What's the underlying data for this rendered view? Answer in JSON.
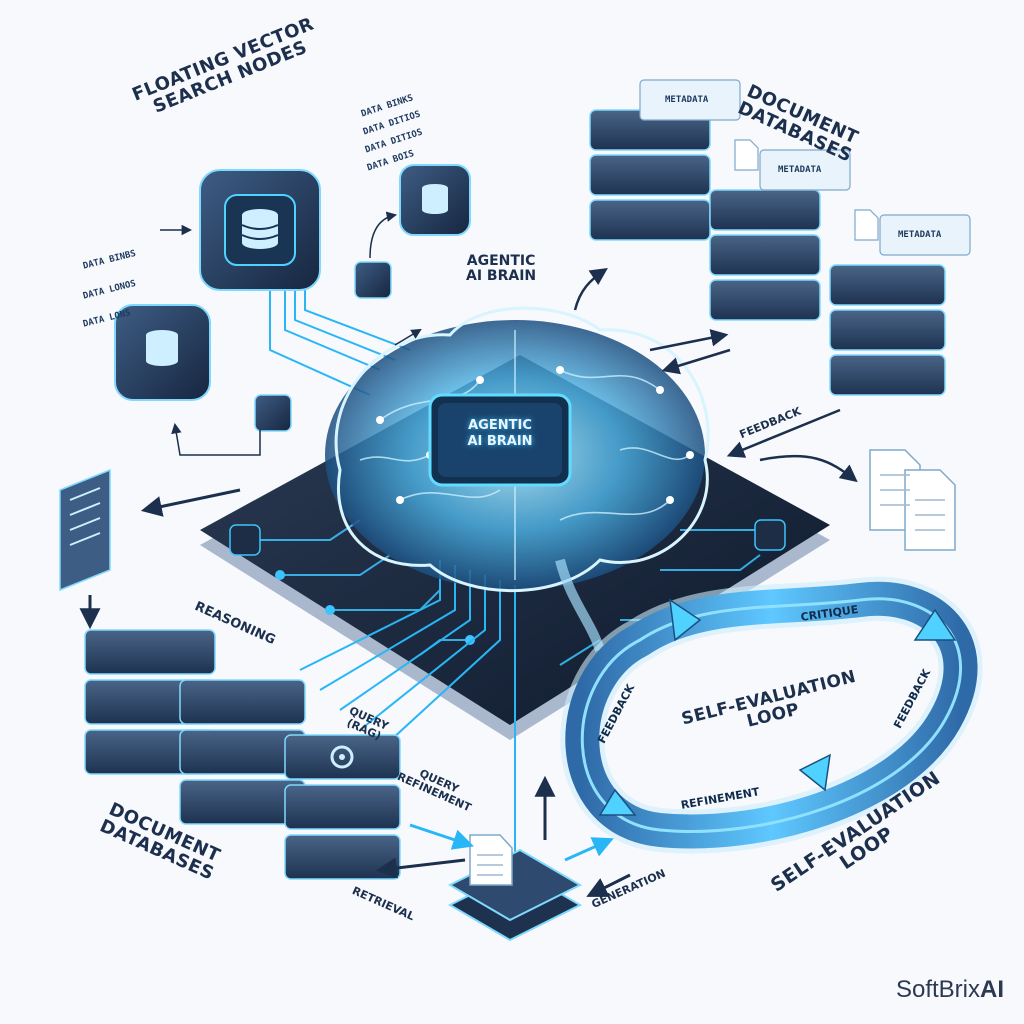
{
  "labels": {
    "vector_nodes": "FLOATING VECTOR\nSEARCH NODES",
    "brain_top": "AGENTIC\nAI BRAIN",
    "brain_chip": "AGENTIC\nAI BRAIN",
    "doc_db_top": "DOCUMENT\nDATABASES",
    "doc_db_bottom": "DOCUMENT\nDATABASES",
    "metadata": "METADATA",
    "feedback_right": "FEEDBACK",
    "reasoning": "REASONING",
    "query_rag": "QUERY\n(RAG)",
    "query_refinement": "QUERY\nREFINEMENT",
    "retrieval": "RETRIEVAL",
    "generation": "GENERATION",
    "critique": "CRITIQUE",
    "loop_center": "SELF-EVALUATION\nLOOP",
    "loop_outer": "SELF-EVALUATION\nLOOP",
    "loop_feedback_left": "FEEDBACK",
    "loop_feedback_right": "FEEDBACK",
    "loop_refinement": "REFINEMENT",
    "data_top": [
      "DATA BINKS",
      "DATA DITIOS",
      "DATA DITIOS",
      "DATA BOIS"
    ],
    "data_left": [
      "DATA BINBS",
      "DATA LONOS",
      "DATA LONS"
    ]
  },
  "brand": {
    "name": "SoftBrix",
    "suffix": "AI"
  },
  "colors": {
    "accent": "#2aa9f0",
    "glow": "#4fd2ff",
    "dark": "#1c2f4d",
    "server": "#2d4564"
  }
}
